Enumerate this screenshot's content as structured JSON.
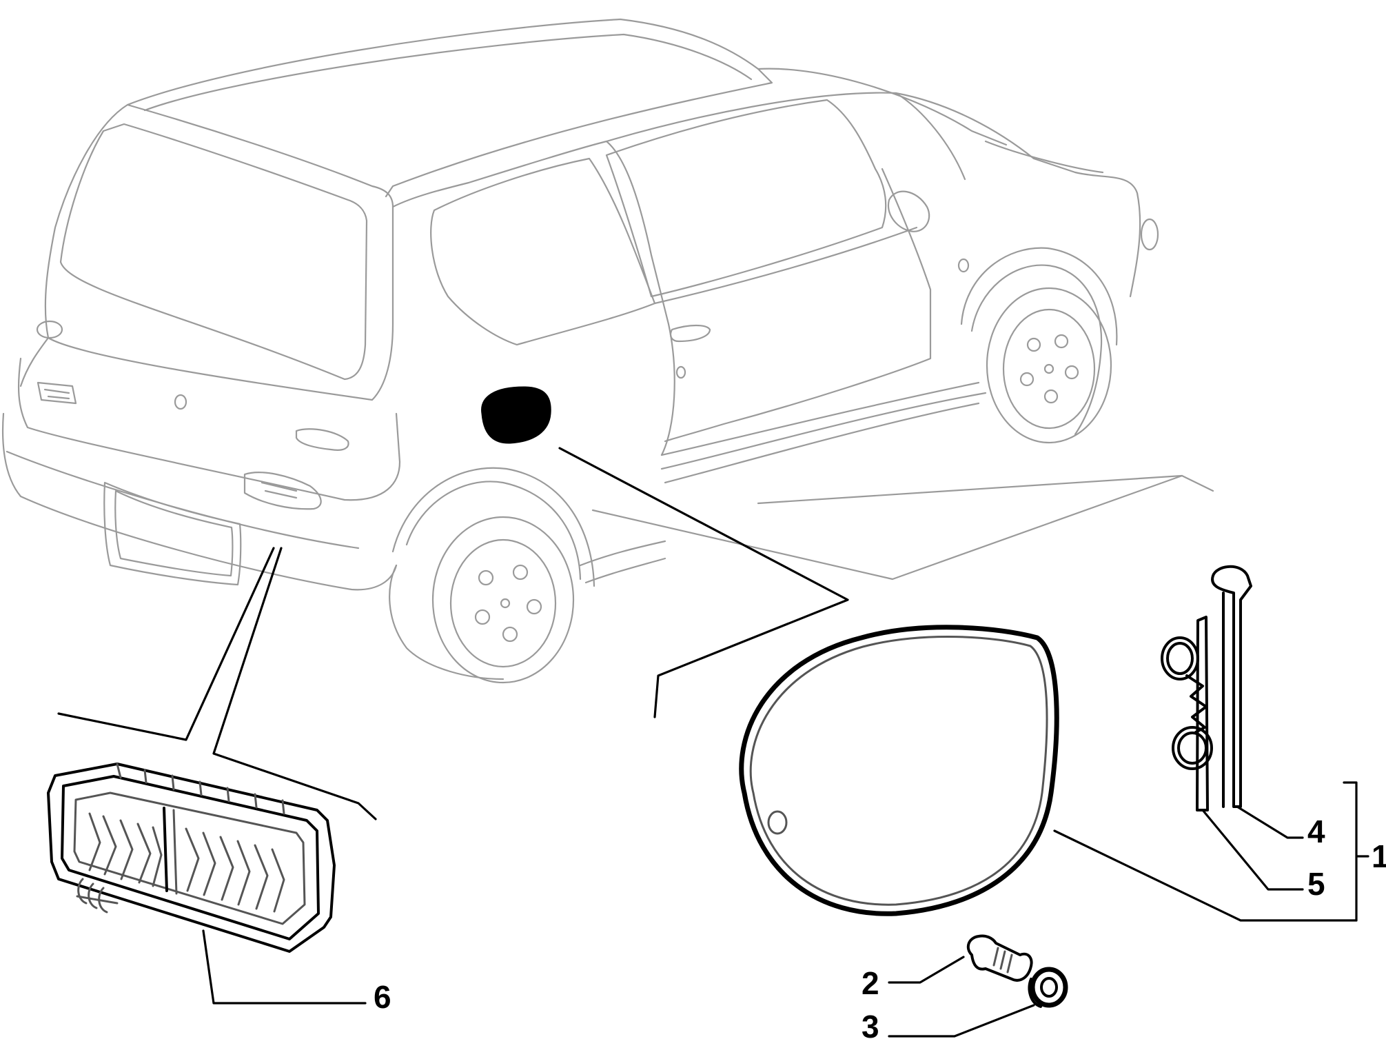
{
  "callouts": {
    "part1": "1",
    "part2": "2",
    "part3": "3",
    "part4": "4",
    "part5": "5",
    "part6": "6"
  },
  "colors": {
    "ink": "#000000",
    "outline": "#9a9a9a"
  }
}
